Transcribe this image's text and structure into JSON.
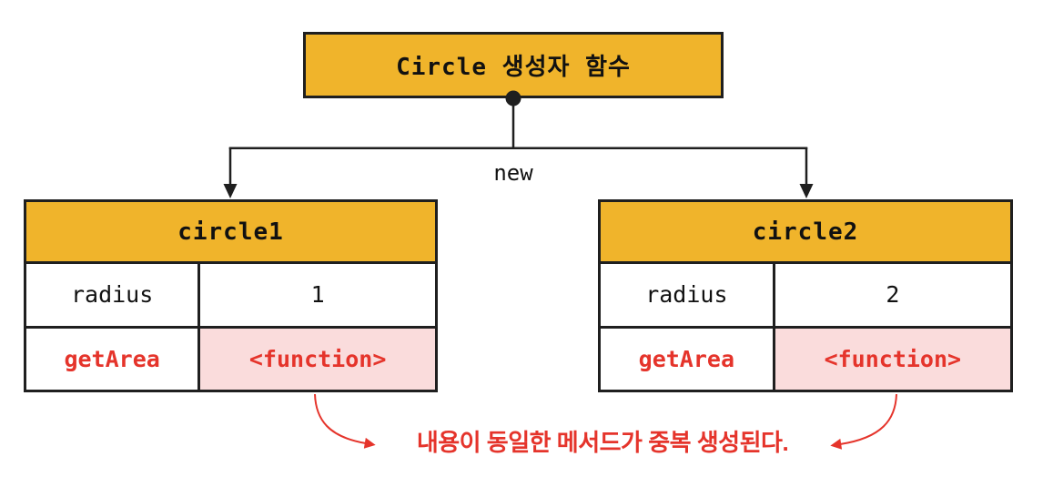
{
  "diagram": {
    "constructor_box": {
      "label": "Circle 생성자 함수"
    },
    "edge_label": "new",
    "instances": [
      {
        "title": "circle1",
        "rows": [
          {
            "key": "radius",
            "value": "1"
          },
          {
            "key": "getArea",
            "value": "<function>"
          }
        ]
      },
      {
        "title": "circle2",
        "rows": [
          {
            "key": "radius",
            "value": "2"
          },
          {
            "key": "getArea",
            "value": "<function>"
          }
        ]
      }
    ],
    "annotation": {
      "text": "내용이 동일한 메서드가 중복 생성된다."
    },
    "colors": {
      "header_yellow": "#F0B42B",
      "highlight_pink": "#FADCDC",
      "accent_red": "#E5342B",
      "line_black": "#1F1F1F",
      "background": "#FFFFFF"
    }
  }
}
